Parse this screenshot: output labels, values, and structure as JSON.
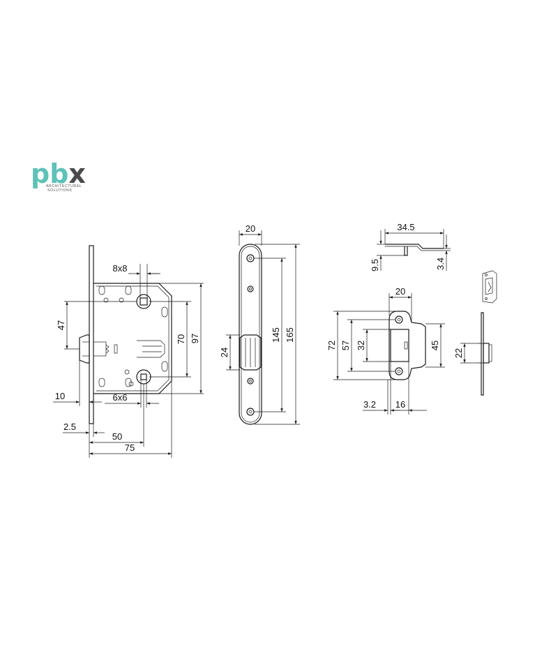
{
  "logo": {
    "wordmark": "pbx",
    "line1": "ARCHITECTURAL",
    "line2": "SOLUTIONS",
    "color": "#5ec2b8",
    "x_color": "#4a4a4a"
  },
  "dimensions": {
    "lock_body": {
      "square_top": "8x8",
      "height_47": "47",
      "height_70": "70",
      "height_97": "97",
      "offset_10": "10",
      "square_bottom": "6x6",
      "faceplate_2_5": "2.5",
      "backset_50": "50",
      "depth_75": "75"
    },
    "faceplate": {
      "width_20": "20",
      "latch_24": "24",
      "holes_145": "145",
      "length_165": "165"
    },
    "strike_side": {
      "length_34_5": "34.5",
      "height_9_5": "9.5",
      "thickness_3_4": "3.4"
    },
    "strike_front": {
      "width_20": "20",
      "height_72": "72",
      "height_57": "57",
      "opening_32": "32",
      "height_45": "45",
      "offset_3_2": "3.2",
      "depth_16": "16"
    },
    "strike_profile": {
      "height_22": "22"
    }
  }
}
